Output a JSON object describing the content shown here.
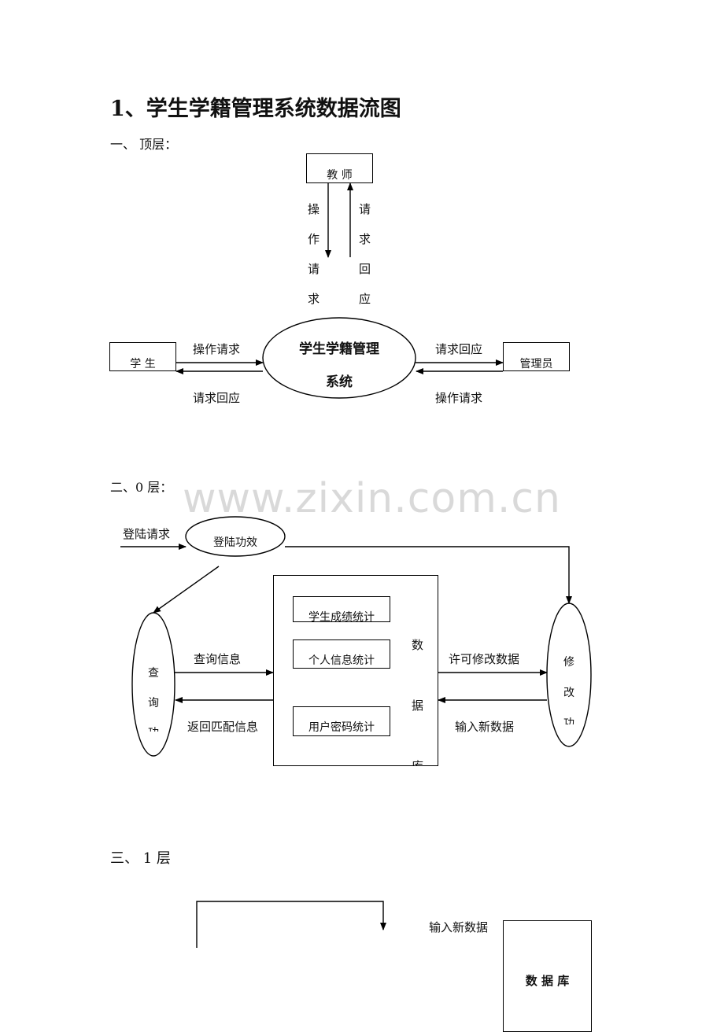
{
  "title": "1、学生学籍管理系统数据流图",
  "watermark": "www.zixin.com.cn",
  "top_level": {
    "heading": "一、 顶层：",
    "teacher": "教 师",
    "teacher_down": [
      "操",
      "作",
      "请",
      "求"
    ],
    "teacher_up": [
      "请",
      "求",
      "回",
      "应"
    ],
    "system": [
      "学生学籍管理",
      "系统"
    ],
    "student": "学 生",
    "admin": "管理员",
    "student_to_system": "操作请求",
    "system_to_student": "请求回应",
    "system_to_admin": "请求回应",
    "admin_to_system": "操作请求"
  },
  "level0": {
    "heading": "二、0 层：",
    "login_request": "登陆请求",
    "login_process": "登陆功效",
    "query_process": [
      "查",
      "询",
      "功"
    ],
    "modify_process": [
      "修",
      "改",
      "功"
    ],
    "db_items": [
      "学生成绩统计",
      "个人信息统计",
      "用户密码统计"
    ],
    "db_label": [
      "数",
      "据",
      "库"
    ],
    "query_info": "查询信息",
    "return_match": "返回匹配信息",
    "allow_modify": "许可修改数据",
    "input_new": "输入新数据"
  },
  "level1": {
    "heading": "三、 1 层",
    "input_new": "输入新数据",
    "database": "数 据 库"
  }
}
